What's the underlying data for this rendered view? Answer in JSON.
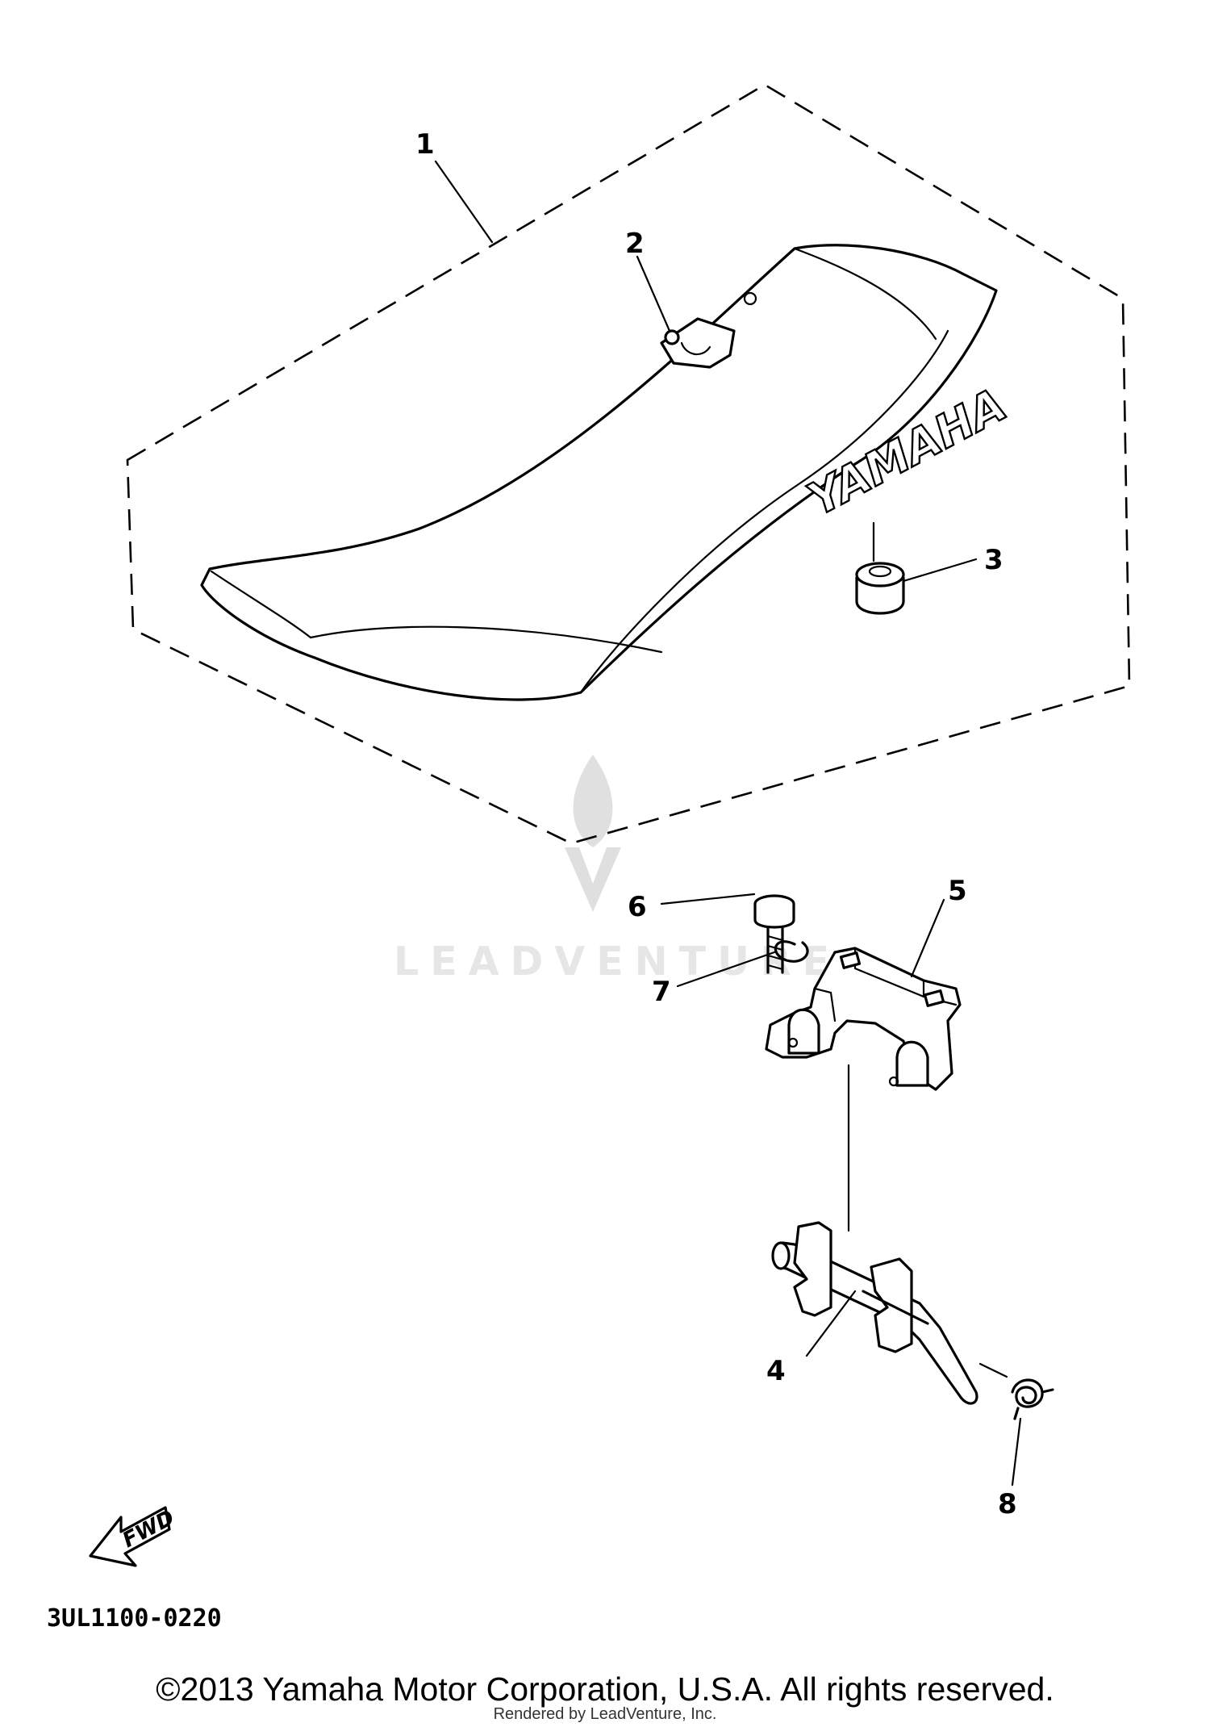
{
  "callouts": [
    {
      "id": "1",
      "label": "1"
    },
    {
      "id": "2",
      "label": "2"
    },
    {
      "id": "3",
      "label": "3"
    },
    {
      "id": "4",
      "label": "4"
    },
    {
      "id": "5",
      "label": "5"
    },
    {
      "id": "6",
      "label": "6"
    },
    {
      "id": "7",
      "label": "7"
    },
    {
      "id": "8",
      "label": "8"
    }
  ],
  "seat_logo": "YAMAHA",
  "fwd_label": "FWD",
  "diagram_code": "3UL1100-0220",
  "watermark": {
    "brand": "LEADVENTURE"
  },
  "copyright": "©2013 Yamaha Motor Corporation, U.S.A. All rights reserved.",
  "rendered_by": "Rendered by LeadVenture, Inc.",
  "colors": {
    "ink": "#000000",
    "background": "#ffffff",
    "watermark": "#e6e6e6"
  }
}
